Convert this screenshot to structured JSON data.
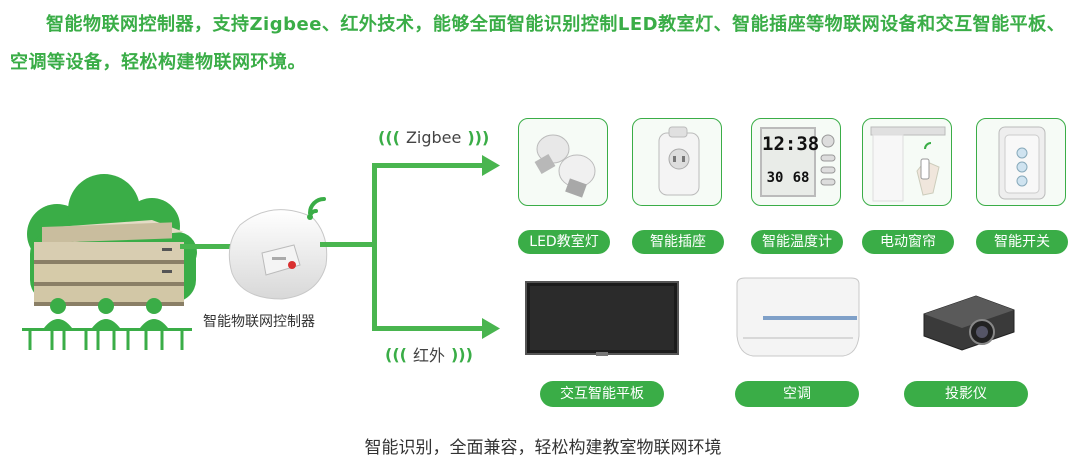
{
  "intro": {
    "text": "智能物联网控制器，支持Zigbee、红外技术，能够全面智能识别控制LED教室灯、智能插座等物联网设备和交互智能平板、空调等设备，轻松构建物联网环境。"
  },
  "controller": {
    "label": "智能物联网控制器"
  },
  "protocols": {
    "zigbee": "Zigbee",
    "infrared": "红外"
  },
  "zigbee_devices": [
    {
      "label": "LED教室灯",
      "icon": "led-bulb-icon"
    },
    {
      "label": "智能插座",
      "icon": "smart-socket-icon"
    },
    {
      "label": "智能温度计",
      "icon": "thermometer-icon"
    },
    {
      "label": "电动窗帘",
      "icon": "curtain-icon"
    },
    {
      "label": "智能开关",
      "icon": "switch-icon"
    }
  ],
  "infrared_devices": [
    {
      "label": "交互智能平板",
      "icon": "smart-board-icon"
    },
    {
      "label": "空调",
      "icon": "air-conditioner-icon"
    },
    {
      "label": "投影仪",
      "icon": "projector-icon"
    }
  ],
  "thermometer": {
    "time": "12:38",
    "temp": "30",
    "humidity": "68"
  },
  "caption": {
    "text": "智能识别，全面兼容，轻松构建教室物联网环境"
  },
  "colors": {
    "accent": "#3aad47",
    "line": "#49b54f"
  }
}
